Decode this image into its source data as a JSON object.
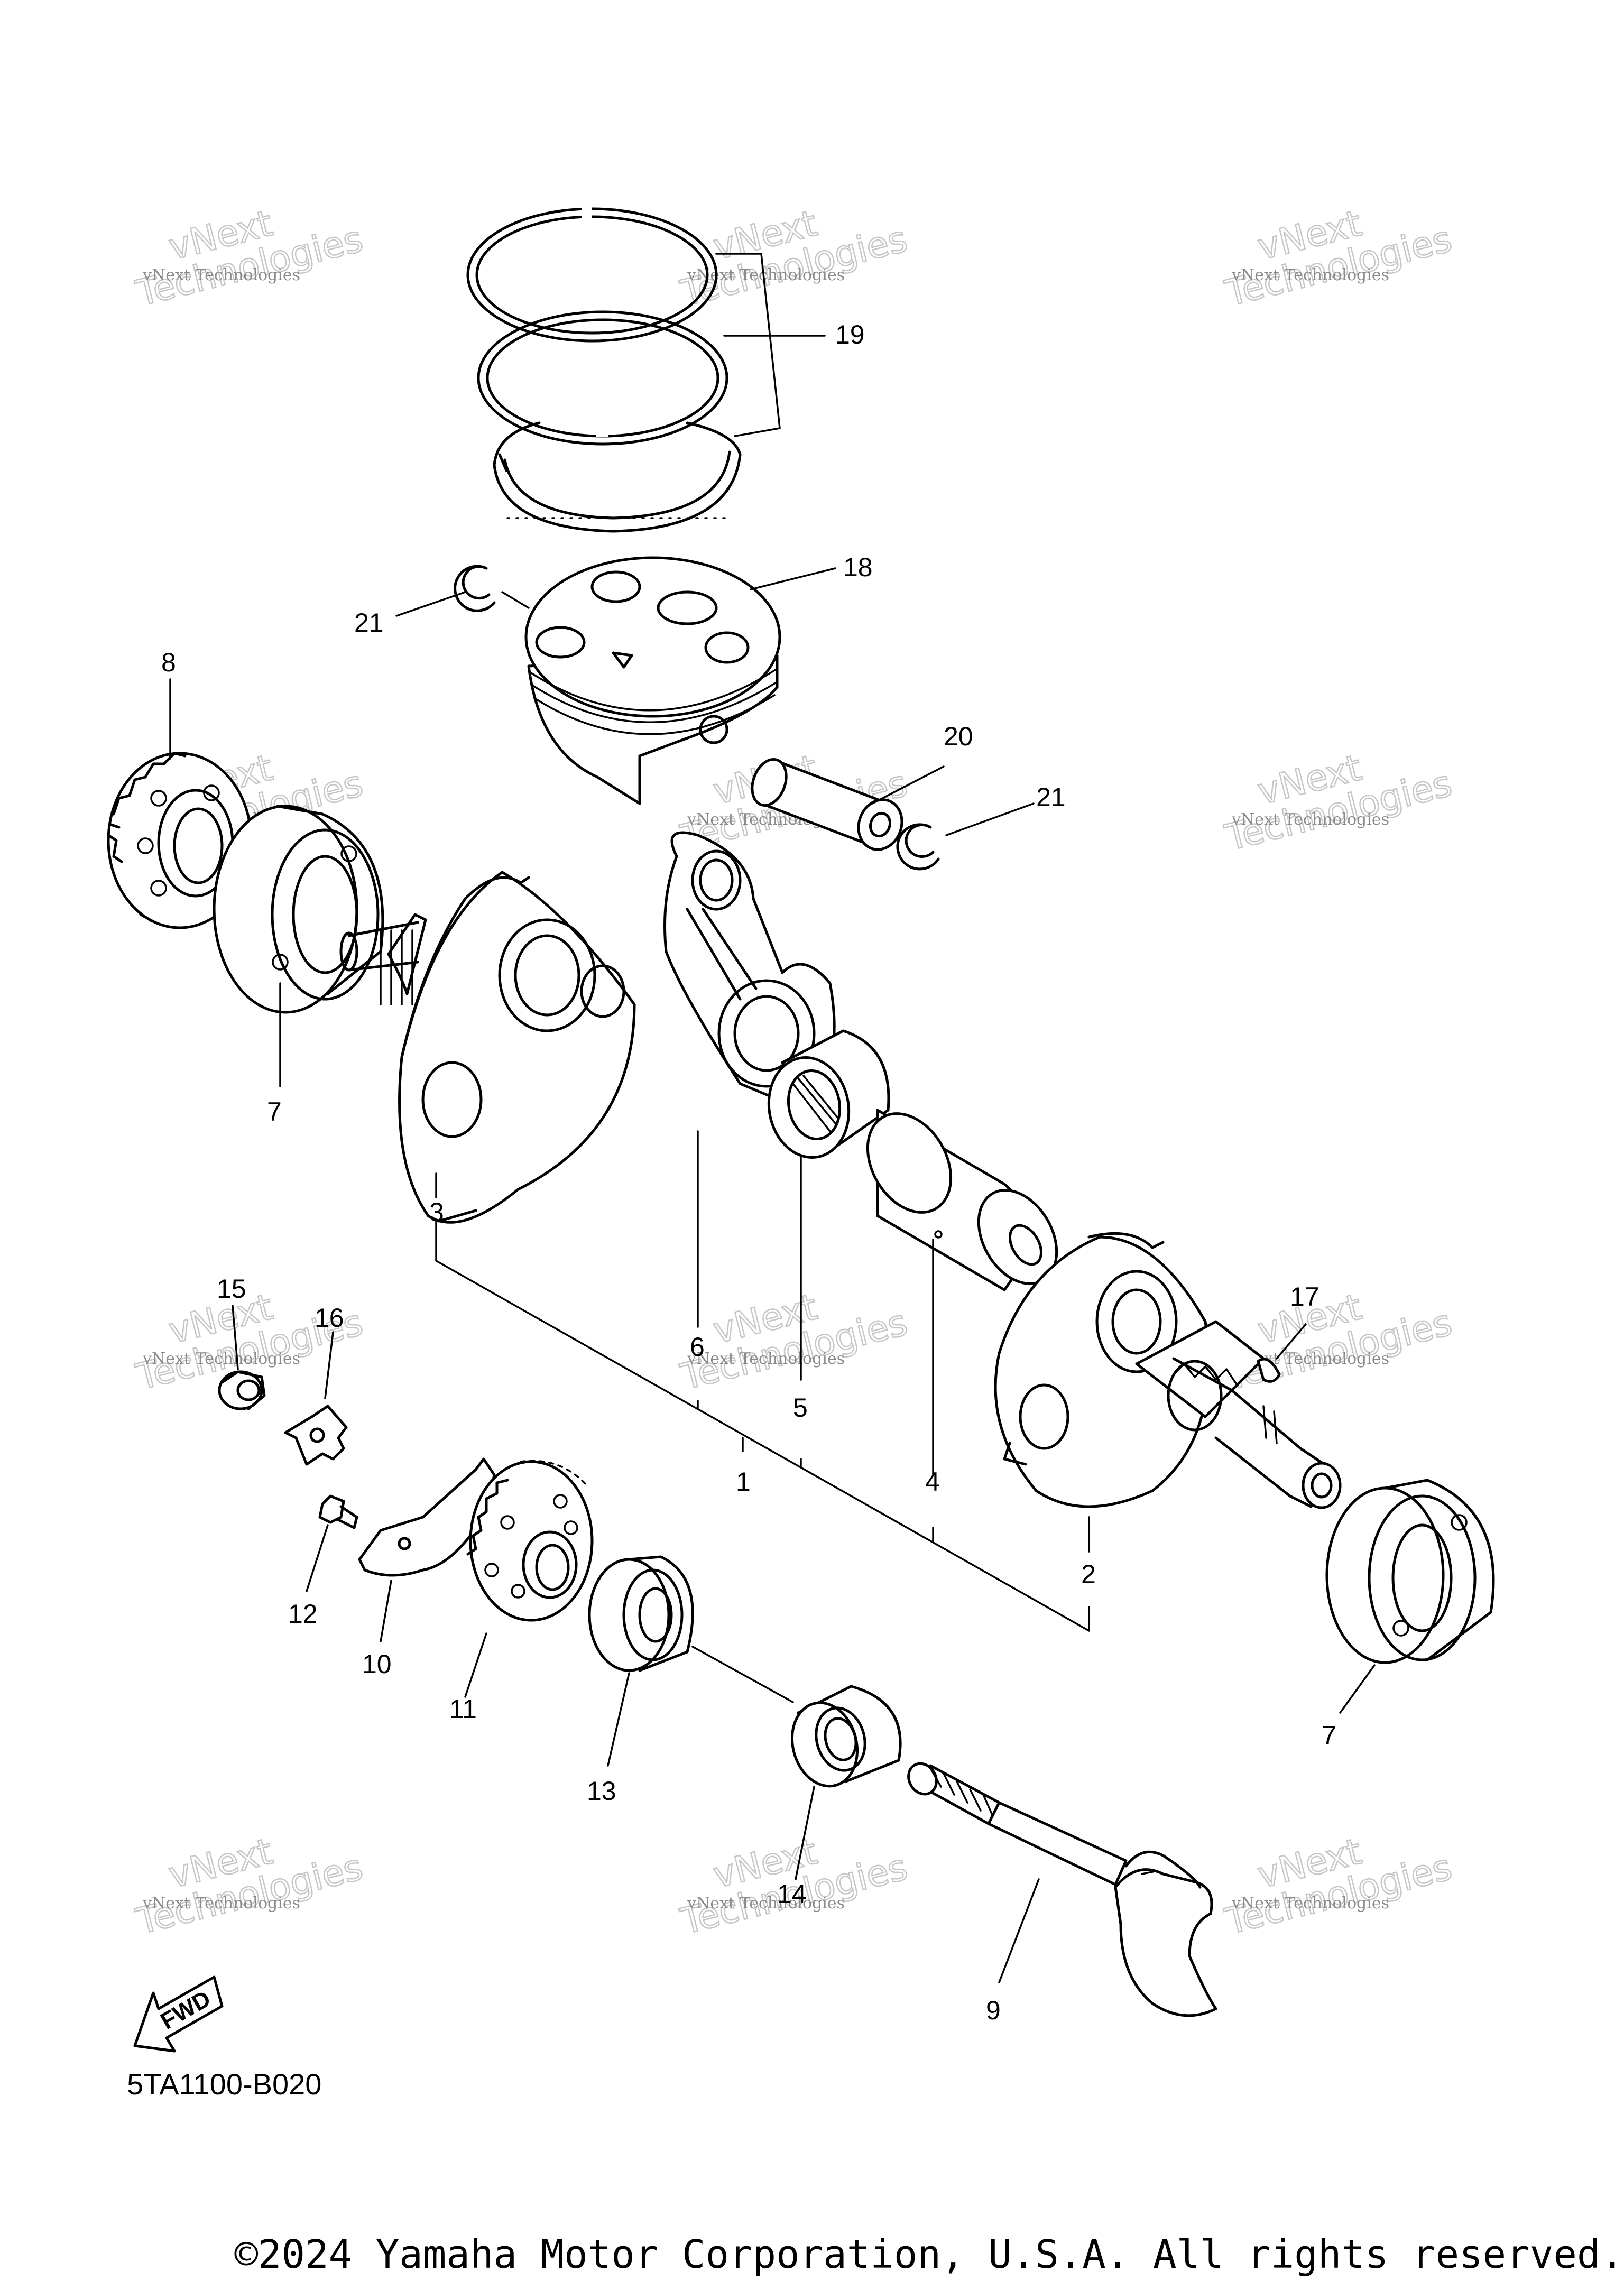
{
  "diagram_code": "5TA1100-B020",
  "copyright": "©2024 Yamaha Motor Corporation, U.S.A. All rights reserved.",
  "fwd_label": "FWD",
  "watermark": {
    "small": "vNext Technologies",
    "big_line1": "vNext",
    "big_line2": "Technologies"
  },
  "callouts": {
    "c1": "1",
    "c2": "2",
    "c3": "3",
    "c4": "4",
    "c5": "5",
    "c6": "6",
    "c7": "7",
    "c8": "8",
    "c9": "9",
    "c10": "10",
    "c11": "11",
    "c12": "12",
    "c13": "13",
    "c14": "14",
    "c15": "15",
    "c16": "16",
    "c17": "17",
    "c18": "18",
    "c19": "19",
    "c20": "20",
    "c21": "21"
  }
}
